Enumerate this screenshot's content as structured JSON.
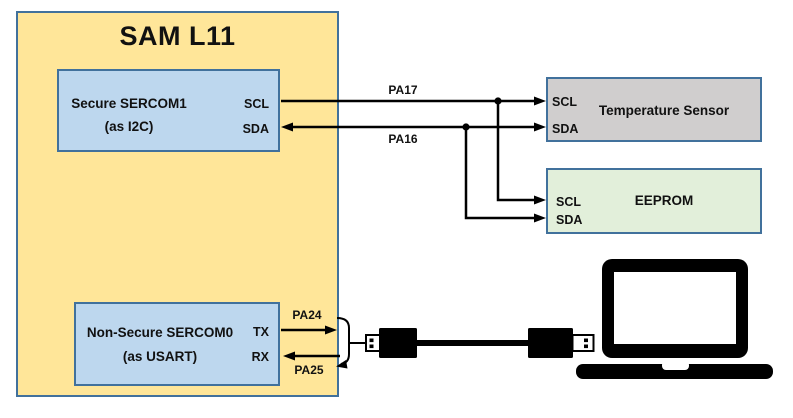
{
  "mcu": {
    "title": "SAM L11",
    "sercom1": {
      "name": "Secure SERCOM1",
      "mode": "(as I2C)",
      "pins": {
        "scl": "SCL",
        "sda": "SDA"
      }
    },
    "sercom0": {
      "name": "Non-Secure SERCOM0",
      "mode": "(as USART)",
      "pins": {
        "tx": "TX",
        "rx": "RX"
      }
    }
  },
  "peripherals": {
    "temperature_sensor": {
      "name": "Temperature Sensor",
      "pins": {
        "scl": "SCL",
        "sda": "SDA"
      }
    },
    "eeprom": {
      "name": "EEPROM",
      "pins": {
        "scl": "SCL",
        "sda": "SDA"
      }
    }
  },
  "pads": {
    "scl": "PA17",
    "sda": "PA16",
    "tx": "PA24",
    "rx": "PA25"
  },
  "icons": {
    "usb_cable": "usb-cable-icon",
    "laptop": "laptop-icon"
  },
  "colors": {
    "mcu_fill": "#FFE699",
    "block_fill": "#BDD7EE",
    "sensor_fill": "#D0CECE",
    "eeprom_fill": "#E2EFDA",
    "border": "#41719C",
    "wire": "#000000"
  }
}
